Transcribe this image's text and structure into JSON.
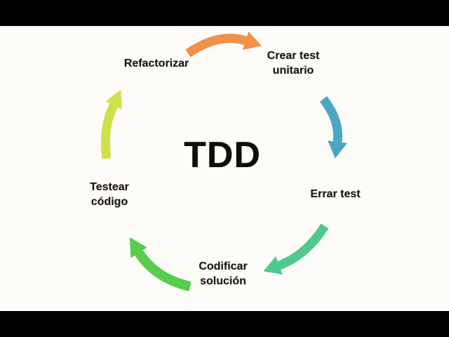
{
  "colors": {
    "background": "#FEFCF9",
    "letterbox": "#000000",
    "text": "#1A1817",
    "arrow_orange": "#F0914A",
    "arrow_blue": "#4BA7C3",
    "arrow_emerald": "#4FCA8C",
    "arrow_lime": "#57CE4B",
    "arrow_yellow_green": "#CDE24A"
  },
  "diagram": {
    "center_title": "TDD",
    "steps": {
      "refactorizar": {
        "label": "Refactorizar"
      },
      "crear_test_unitario": {
        "line1": "Crear test",
        "line2": "unitario"
      },
      "errar_test": {
        "label": "Errar test"
      },
      "codificar_solucion": {
        "line1": "Codificar",
        "line2": "solución"
      },
      "testear_codigo": {
        "line1": "Testear",
        "line2": "código"
      }
    },
    "arrows": [
      {
        "name": "refactorizar-to-crear-test-unitario",
        "color_key": "arrow_orange"
      },
      {
        "name": "crear-test-unitario-to-errar-test",
        "color_key": "arrow_blue"
      },
      {
        "name": "errar-test-to-codificar-solucion",
        "color_key": "arrow_emerald"
      },
      {
        "name": "codificar-solucion-to-testear-codigo",
        "color_key": "arrow_lime"
      },
      {
        "name": "testear-codigo-to-refactorizar",
        "color_key": "arrow_yellow_green"
      }
    ]
  }
}
